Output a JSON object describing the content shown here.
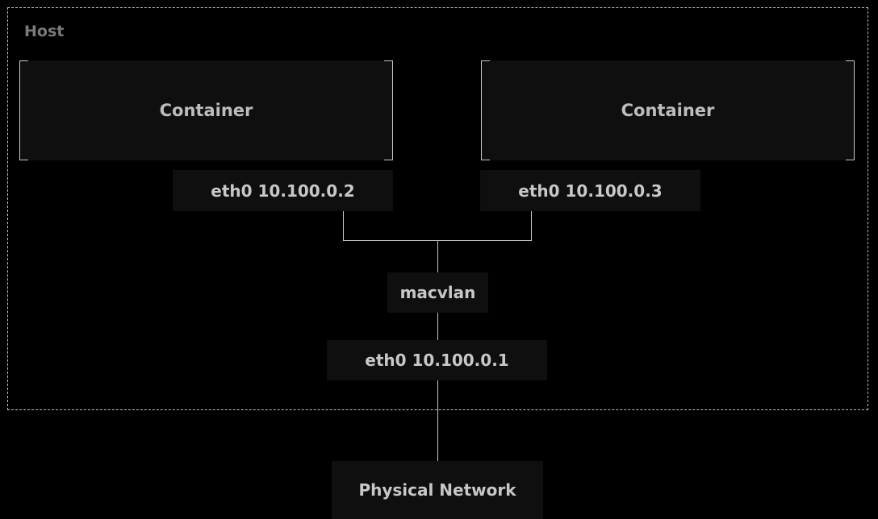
{
  "diagram": {
    "host_label": "Host",
    "containers": [
      {
        "label": "Container",
        "interface": "eth0 10.100.0.2"
      },
      {
        "label": "Container",
        "interface": "eth0 10.100.0.3"
      }
    ],
    "bridge": "macvlan",
    "host_interface": "eth0 10.100.0.1",
    "external": "Physical Network"
  },
  "colors": {
    "background": "#000000",
    "box_fill": "#0f0f0f",
    "text": "#c8c8c8",
    "host_label": "#7a7a7a",
    "lines": "#c8c8c8"
  }
}
